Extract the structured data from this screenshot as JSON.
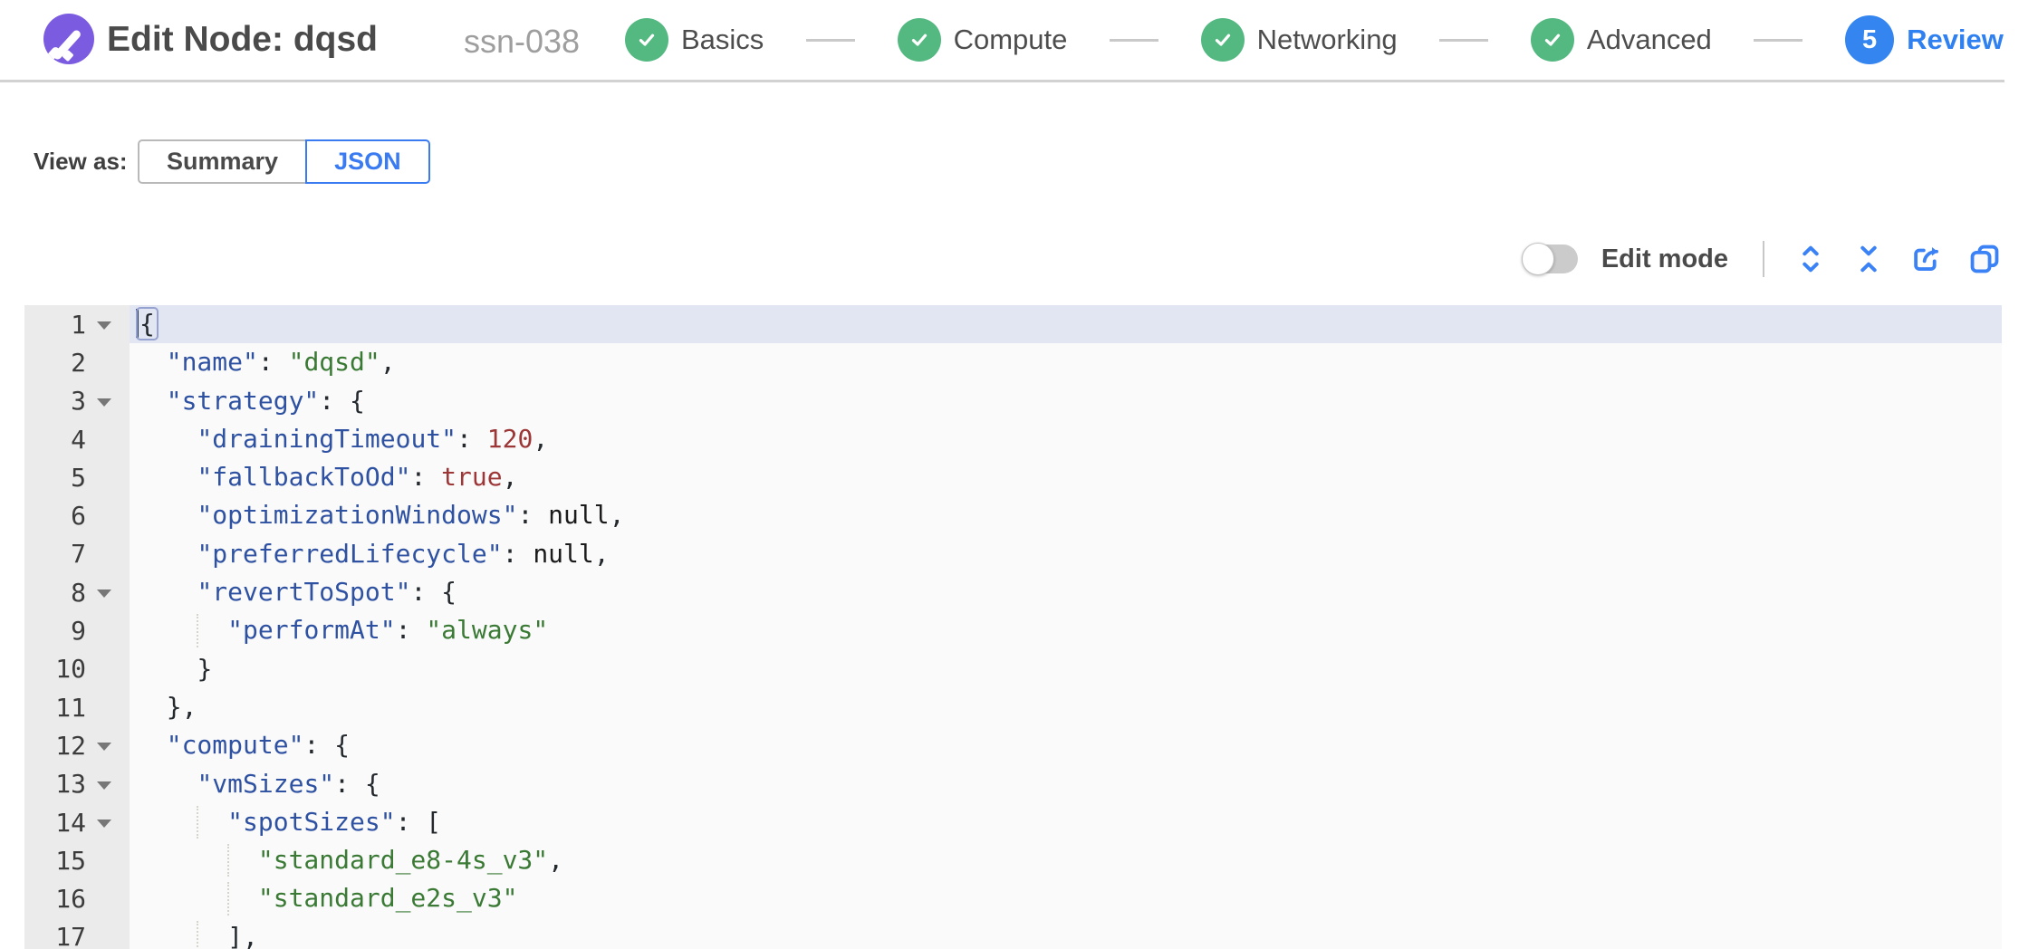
{
  "header": {
    "title": "Edit Node: dqsd",
    "subtitle": "ssn-038",
    "steps": [
      {
        "label": "Basics",
        "state": "done"
      },
      {
        "label": "Compute",
        "state": "done"
      },
      {
        "label": "Networking",
        "state": "done"
      },
      {
        "label": "Advanced",
        "state": "done"
      },
      {
        "label": "Review",
        "state": "active",
        "number": "5"
      }
    ]
  },
  "view_as": {
    "label": "View as:",
    "options": [
      {
        "label": "Summary",
        "selected": false
      },
      {
        "label": "JSON",
        "selected": true
      }
    ]
  },
  "toolbar": {
    "edit_mode_label": "Edit mode",
    "edit_mode_on": false,
    "icons": [
      "expand-icon",
      "collapse-icon",
      "export-icon",
      "copy-icon"
    ]
  },
  "colors": {
    "accent_blue": "#2f80f0",
    "step_done_green": "#54b881",
    "logo_purple": "#7b5be0",
    "icon_blue": "#3b82f6",
    "json_key": "#2e51a2",
    "json_string": "#3a7a35",
    "json_number": "#9d3636",
    "active_line": "#e1e6f2"
  },
  "editor": {
    "lines": [
      {
        "n": 1,
        "ind": 0,
        "fold": true,
        "active": true,
        "cursor": true,
        "segs": [
          [
            "p",
            "{",
            "bracket"
          ]
        ]
      },
      {
        "n": 2,
        "ind": 2,
        "segs": [
          [
            "k",
            "\"name\""
          ],
          [
            "p",
            ": "
          ],
          [
            "s",
            "\"dqsd\""
          ],
          [
            "p",
            ","
          ]
        ]
      },
      {
        "n": 3,
        "ind": 2,
        "fold": true,
        "segs": [
          [
            "k",
            "\"strategy\""
          ],
          [
            "p",
            ": {"
          ]
        ]
      },
      {
        "n": 4,
        "ind": 4,
        "segs": [
          [
            "k",
            "\"drainingTimeout\""
          ],
          [
            "p",
            ": "
          ],
          [
            "n",
            "120"
          ],
          [
            "p",
            ","
          ]
        ]
      },
      {
        "n": 5,
        "ind": 4,
        "segs": [
          [
            "k",
            "\"fallbackToOd\""
          ],
          [
            "p",
            ": "
          ],
          [
            "b",
            "true"
          ],
          [
            "p",
            ","
          ]
        ]
      },
      {
        "n": 6,
        "ind": 4,
        "segs": [
          [
            "k",
            "\"optimizationWindows\""
          ],
          [
            "p",
            ": "
          ],
          [
            "u",
            "null"
          ],
          [
            "p",
            ","
          ]
        ]
      },
      {
        "n": 7,
        "ind": 4,
        "segs": [
          [
            "k",
            "\"preferredLifecycle\""
          ],
          [
            "p",
            ": "
          ],
          [
            "u",
            "null"
          ],
          [
            "p",
            ","
          ]
        ]
      },
      {
        "n": 8,
        "ind": 4,
        "fold": true,
        "segs": [
          [
            "k",
            "\"revertToSpot\""
          ],
          [
            "p",
            ": {"
          ]
        ]
      },
      {
        "n": 9,
        "ind": 6,
        "guides": [
          4
        ],
        "segs": [
          [
            "k",
            "\"performAt\""
          ],
          [
            "p",
            ": "
          ],
          [
            "s",
            "\"always\""
          ]
        ]
      },
      {
        "n": 10,
        "ind": 4,
        "segs": [
          [
            "p",
            "}"
          ]
        ]
      },
      {
        "n": 11,
        "ind": 2,
        "segs": [
          [
            "p",
            "},"
          ]
        ]
      },
      {
        "n": 12,
        "ind": 2,
        "fold": true,
        "segs": [
          [
            "k",
            "\"compute\""
          ],
          [
            "p",
            ": {"
          ]
        ]
      },
      {
        "n": 13,
        "ind": 4,
        "fold": true,
        "segs": [
          [
            "k",
            "\"vmSizes\""
          ],
          [
            "p",
            ": {"
          ]
        ]
      },
      {
        "n": 14,
        "ind": 6,
        "fold": true,
        "guides": [
          4
        ],
        "segs": [
          [
            "k",
            "\"spotSizes\""
          ],
          [
            "p",
            ": ["
          ]
        ]
      },
      {
        "n": 15,
        "ind": 8,
        "guides": [
          6
        ],
        "segs": [
          [
            "s",
            "\"standard_e8-4s_v3\""
          ],
          [
            "p",
            ","
          ]
        ]
      },
      {
        "n": 16,
        "ind": 8,
        "guides": [
          6
        ],
        "segs": [
          [
            "s",
            "\"standard_e2s_v3\""
          ]
        ]
      },
      {
        "n": 17,
        "ind": 6,
        "guides": [
          4
        ],
        "segs": [
          [
            "p",
            "],"
          ]
        ]
      }
    ]
  }
}
